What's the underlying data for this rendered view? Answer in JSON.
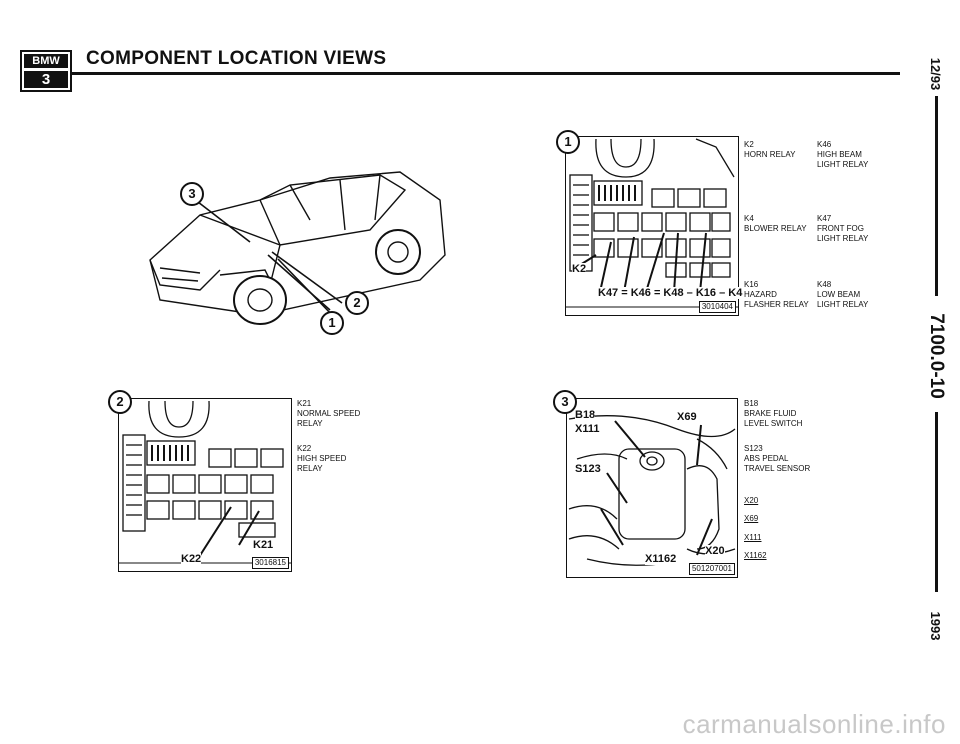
{
  "header": {
    "logo_top": "BMW",
    "logo_bottom": "3",
    "title": "COMPONENT LOCATION VIEWS"
  },
  "side": {
    "date": "12/93",
    "section": "7100.0-10",
    "year": "1993"
  },
  "figure_car": {
    "callouts": [
      "3",
      "2",
      "1"
    ]
  },
  "figure_1": {
    "number": "1",
    "id": "3010404",
    "callouts": {
      "k2": "K2",
      "row": "K47 = K46 = K48 – K16 – K4"
    },
    "legend": [
      {
        "code": "K2",
        "desc": [
          "HORN RELAY"
        ]
      },
      {
        "code": "K46",
        "desc": [
          "HIGH BEAM",
          "LIGHT RELAY"
        ]
      },
      {
        "code": "K4",
        "desc": [
          "BLOWER RELAY"
        ]
      },
      {
        "code": "K47",
        "desc": [
          "FRONT FOG",
          "LIGHT RELAY"
        ]
      },
      {
        "code": "K16",
        "desc": [
          "HAZARD",
          "FLASHER RELAY"
        ]
      },
      {
        "code": "K48",
        "desc": [
          "LOW BEAM",
          "LIGHT RELAY"
        ]
      }
    ]
  },
  "figure_2": {
    "number": "2",
    "id": "3016815",
    "callouts": {
      "k21": "K21",
      "k22": "K22"
    },
    "legend": [
      {
        "code": "K21",
        "desc": [
          "NORMAL SPEED",
          "RELAY"
        ]
      },
      {
        "code": "K22",
        "desc": [
          "HIGH SPEED",
          "RELAY"
        ]
      }
    ]
  },
  "figure_3": {
    "number": "3",
    "id": "501207001",
    "callouts": {
      "b18": "B18",
      "x111": "X111",
      "x69": "X69",
      "s123": "S123",
      "x1162": "X1162",
      "x20": "X20"
    },
    "legend": [
      {
        "code": "B18",
        "desc": [
          "BRAKE FLUID",
          "LEVEL SWITCH"
        ]
      },
      {
        "code": "S123",
        "desc": [
          "ABS PEDAL",
          "TRAVEL SENSOR"
        ]
      }
    ],
    "connectors": [
      "X20",
      "X69",
      "X111",
      "X1162"
    ]
  },
  "footer": {
    "watermark": "carmanualsonline.info"
  }
}
